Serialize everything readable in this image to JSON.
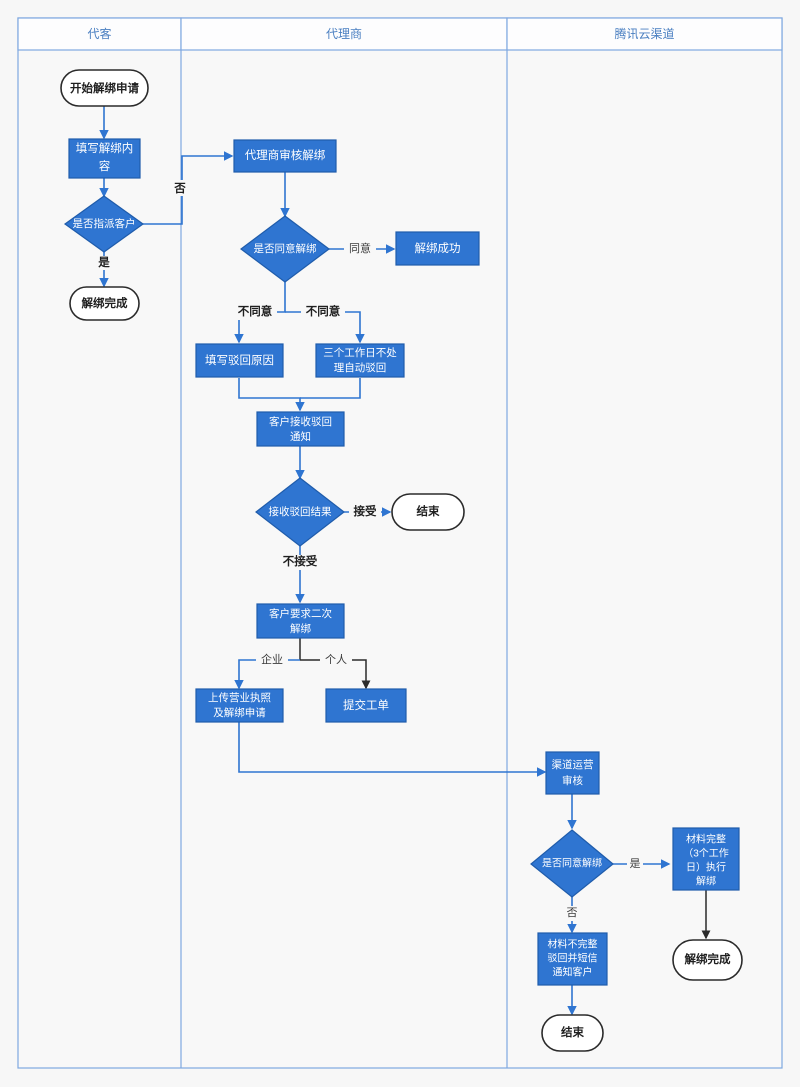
{
  "diagram": {
    "title_present": false,
    "colors": {
      "lane_border": "#7fa8e0",
      "lane_header_bg": "#fdfdfe",
      "lane_body_bg": "#f8f8f8",
      "lane_header_text": "#4a7fc1",
      "node_blue_fill": "#2f75d1",
      "node_blue_border": "#1f5cab",
      "node_white_fill": "#ffffff",
      "node_white_border": "#2b2b2b",
      "connector_blue": "#2f75d1",
      "connector_dark": "#2b2b2b",
      "page_bg": "#f7f7f7"
    },
    "lanes": [
      {
        "id": "lane-customer",
        "label": "代客"
      },
      {
        "id": "lane-agent",
        "label": "代理商"
      },
      {
        "id": "lane-channel",
        "label": "腾讯云渠道"
      }
    ],
    "nodes": [
      {
        "id": "start-unbind-request",
        "label": "开始解绑申请",
        "shape": "terminator",
        "style": "white",
        "lane": "lane-customer"
      },
      {
        "id": "fill-unbind-content",
        "label": "填写解绑内容",
        "shape": "rect",
        "style": "blue",
        "lane": "lane-customer"
      },
      {
        "id": "is-assigned-customer",
        "label": "是否指派客户",
        "shape": "diamond",
        "style": "blue",
        "lane": "lane-customer"
      },
      {
        "id": "unbind-complete-customer",
        "label": "解绑完成",
        "shape": "terminator",
        "style": "white",
        "lane": "lane-customer"
      },
      {
        "id": "agent-review-unbind",
        "label": "代理商审核解绑",
        "shape": "rect",
        "style": "blue",
        "lane": "lane-agent"
      },
      {
        "id": "agent-agree-unbind",
        "label": "是否同意解绑",
        "shape": "diamond",
        "style": "blue",
        "lane": "lane-agent"
      },
      {
        "id": "unbind-success",
        "label": "解绑成功",
        "shape": "rect",
        "style": "blue",
        "lane": "lane-agent"
      },
      {
        "id": "fill-reject-reason",
        "label": "填写驳回原因",
        "shape": "rect",
        "style": "blue",
        "lane": "lane-agent"
      },
      {
        "id": "auto-reject-three-days",
        "label": "三个工作日不处理自动驳回",
        "shape": "rect",
        "style": "blue",
        "lane": "lane-agent"
      },
      {
        "id": "customer-receive-reject-notice",
        "label": "客户接收驳回通知",
        "shape": "rect",
        "style": "blue",
        "lane": "lane-agent"
      },
      {
        "id": "receive-reject-result",
        "label": "接收驳回结果",
        "shape": "diamond",
        "style": "blue",
        "lane": "lane-agent"
      },
      {
        "id": "end-agent",
        "label": "结束",
        "shape": "terminator",
        "style": "white",
        "lane": "lane-agent"
      },
      {
        "id": "customer-request-second-unbind",
        "label": "客户要求二次解绑",
        "shape": "rect",
        "style": "blue",
        "lane": "lane-agent"
      },
      {
        "id": "upload-license-and-application",
        "label": "上传营业执照及解绑申请",
        "shape": "rect",
        "style": "blue",
        "lane": "lane-agent"
      },
      {
        "id": "submit-ticket",
        "label": "提交工单",
        "shape": "rect",
        "style": "blue",
        "lane": "lane-agent"
      },
      {
        "id": "channel-ops-review",
        "label": "渠道运营审核",
        "shape": "rect",
        "style": "blue",
        "lane": "lane-channel"
      },
      {
        "id": "channel-agree-unbind",
        "label": "是否同意解绑",
        "shape": "diamond",
        "style": "blue",
        "lane": "lane-channel"
      },
      {
        "id": "materials-complete-execute",
        "label": "材料完整（3个工作日）执行解绑",
        "shape": "rect",
        "style": "blue",
        "lane": "lane-channel"
      },
      {
        "id": "materials-incomplete-reject",
        "label": "材料不完整驳回并短信通知客户",
        "shape": "rect",
        "style": "blue",
        "lane": "lane-channel"
      },
      {
        "id": "unbind-complete-channel",
        "label": "解绑完成",
        "shape": "terminator",
        "style": "white",
        "lane": "lane-channel"
      },
      {
        "id": "end-channel",
        "label": "结束",
        "shape": "terminator",
        "style": "white",
        "lane": "lane-channel"
      }
    ],
    "node_text_lines": {
      "start-unbind-request": [
        "开始解绑申请"
      ],
      "fill-unbind-content": [
        "填写解绑内",
        "容"
      ],
      "is-assigned-customer": [
        "是否指派客户"
      ],
      "unbind-complete-customer": [
        "解绑完成"
      ],
      "agent-review-unbind": [
        "代理商审核解绑"
      ],
      "agent-agree-unbind": [
        "是否同意解绑"
      ],
      "unbind-success": [
        "解绑成功"
      ],
      "fill-reject-reason": [
        "填写驳回原因"
      ],
      "auto-reject-three-days": [
        "三个工作日不处",
        "理自动驳回"
      ],
      "customer-receive-reject-notice": [
        "客户接收驳回",
        "通知"
      ],
      "receive-reject-result": [
        "接收驳回结果"
      ],
      "end-agent": [
        "结束"
      ],
      "customer-request-second-unbind": [
        "客户要求二次",
        "解绑"
      ],
      "upload-license-and-application": [
        "上传营业执照",
        "及解绑申请"
      ],
      "submit-ticket": [
        "提交工单"
      ],
      "channel-ops-review": [
        "渠道运营",
        "审核"
      ],
      "channel-agree-unbind": [
        "是否同意解绑"
      ],
      "materials-complete-execute": [
        "材料完整",
        "（3个工作",
        "日）执行",
        "解绑"
      ],
      "materials-incomplete-reject": [
        "材料不完整",
        "驳回并短信",
        "通知客户"
      ],
      "unbind-complete-channel": [
        "解绑完成"
      ],
      "end-channel": [
        "结束"
      ]
    },
    "edge_labels": [
      {
        "id": "edge-label-no-assign",
        "text": "否",
        "from": "is-assigned-customer",
        "to": "agent-review-unbind"
      },
      {
        "id": "edge-label-yes-assign",
        "text": "是",
        "from": "is-assigned-customer",
        "to": "unbind-complete-customer"
      },
      {
        "id": "edge-label-agree",
        "text": "同意",
        "from": "agent-agree-unbind",
        "to": "unbind-success"
      },
      {
        "id": "edge-label-disagree-left",
        "text": "不同意",
        "from": "agent-agree-unbind",
        "to": "fill-reject-reason"
      },
      {
        "id": "edge-label-disagree-right",
        "text": "不同意",
        "from": "agent-agree-unbind",
        "to": "auto-reject-three-days"
      },
      {
        "id": "edge-label-accept",
        "text": "接受",
        "from": "receive-reject-result",
        "to": "end-agent"
      },
      {
        "id": "edge-label-not-accept",
        "text": "不接受",
        "from": "receive-reject-result",
        "to": "customer-request-second-unbind"
      },
      {
        "id": "edge-label-enterprise",
        "text": "企业",
        "from": "customer-request-second-unbind",
        "to": "upload-license-and-application"
      },
      {
        "id": "edge-label-individual",
        "text": "个人",
        "from": "customer-request-second-unbind",
        "to": "submit-ticket"
      },
      {
        "id": "edge-label-channel-yes",
        "text": "是",
        "from": "channel-agree-unbind",
        "to": "materials-complete-execute"
      },
      {
        "id": "edge-label-channel-no",
        "text": "否",
        "from": "channel-agree-unbind",
        "to": "materials-incomplete-reject"
      }
    ]
  }
}
